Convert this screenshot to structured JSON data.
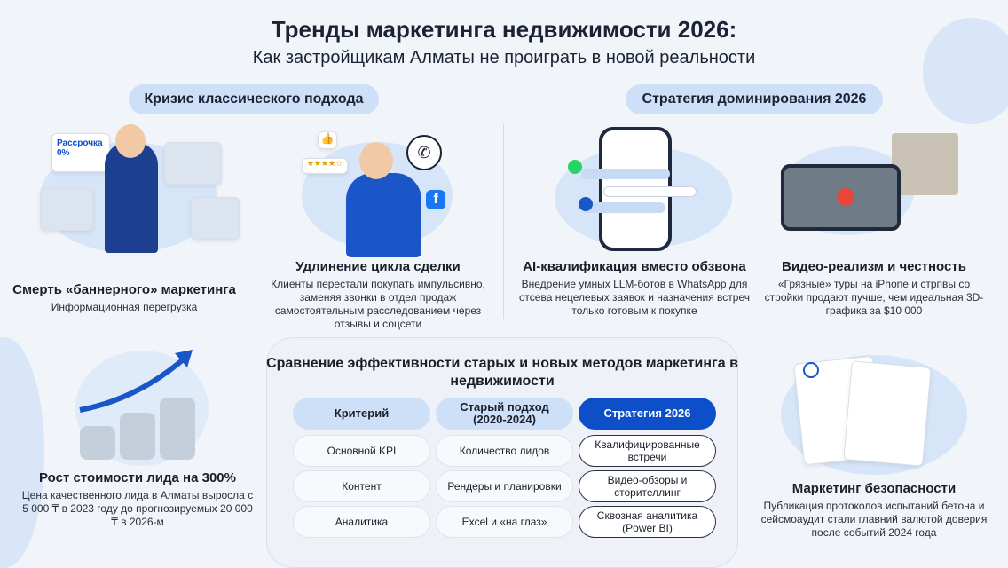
{
  "header": {
    "title": "Тренды маркетинга недвижимости 2026:",
    "subtitle": "Как застройщикам Алматы не проиграть в новой реальности"
  },
  "sections": {
    "left": "Кризис классического подхода",
    "right": "Стратегия доминирования 2026"
  },
  "cards": [
    {
      "title": "Смерть «баннерного» маркетинга",
      "text": "Информационная перегрузка",
      "illustration_label": "Рассрочка 0%"
    },
    {
      "title": "Удлинение цикла сделки",
      "text": "Клиенты перестали покупать импульсивно, заменяя звонки в отдел продаж самостоятельным расследованием через отзывы и соцсети"
    },
    {
      "title": "AI-квалификация вместо обзвона",
      "text": "Внедрение умных LLM-ботов в WhatsApp для отсева нецелевых заявок и назначения встреч только готовым к покупке"
    },
    {
      "title": "Видео-реализм и честность",
      "text": "«Грязные» туры на iPhone и стрпвы со стройки продают пучше, чем идеальная 3D-графика за $10 000"
    },
    {
      "title": "Рост стоимости лида на 300%",
      "text": "Цена качественного лида в Алматы выросла с 5 000 ₸ в 2023 году до прогнозируемых 20 000 ₸ в 2026-м"
    },
    {
      "title": "Маркетинг безопасности",
      "text": "Публикация протоколов испытаний бетона и сейсмоаудит стали главний валютой доверия после событий 2024 года"
    }
  ],
  "comparison": {
    "title": "Сравнение эффективности старых и новых методов маркетинга в недвижимости",
    "headers": [
      "Критерий",
      "Старый подход (2020-2024)",
      "Стратегия 2026"
    ],
    "rows": [
      [
        "Основной KPI",
        "Количество лидов",
        "Квалифицированные встречи"
      ],
      [
        "Контент",
        "Рендеры и планировки",
        "Видео-обзоры и сторителлинг"
      ],
      [
        "Аналитика",
        "Excel и «на глаз»",
        "Сквозная аналитика (Power BI)"
      ]
    ]
  },
  "colors": {
    "accent": "#0d4fc8",
    "pill": "#cde0f8",
    "background": "#f1f4f9"
  }
}
